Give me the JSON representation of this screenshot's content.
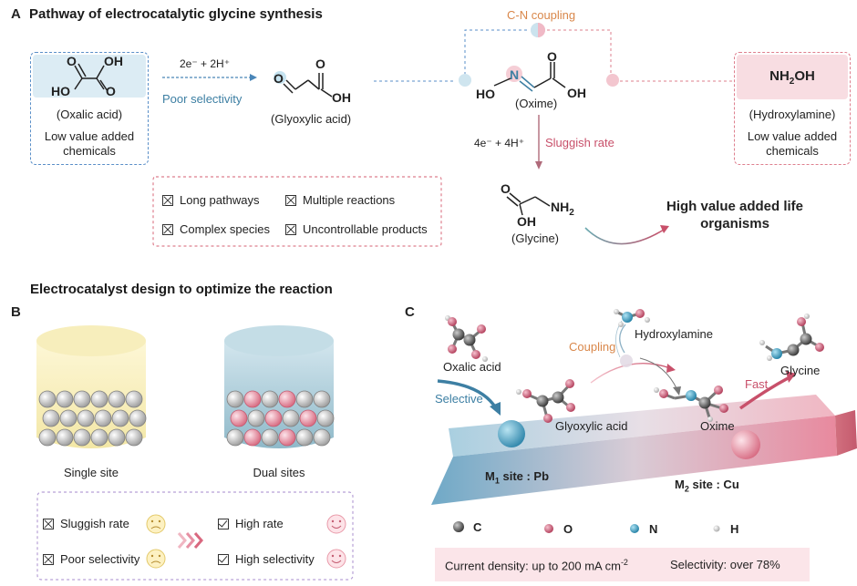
{
  "panel_a": {
    "letter": "A",
    "title": "Pathway of electrocatalytic glycine synthesis",
    "oxalic": {
      "atom_o": "O",
      "atom_oh": "OH",
      "atom_ho": "HO",
      "name": "(Oxalic acid)",
      "desc": "Low value added chemicals"
    },
    "arrow1": {
      "top": "2e⁻ + 2H⁺",
      "bottom": "Poor selectivity"
    },
    "glyoxylic": {
      "atom_o": "O",
      "atom_oh": "OH",
      "name": "(Glyoxylic acid)"
    },
    "coupling_label": "C-N coupling",
    "oxime": {
      "atom_n": "N",
      "atom_ho": "HO",
      "atom_o": "O",
      "atom_oh": "OH",
      "name": "(Oxime)"
    },
    "hydroxylamine": {
      "formula_pre": "NH",
      "formula_sub": "2",
      "formula_post": "OH",
      "name": "(Hydroxylamine)",
      "desc": "Low value added chemicals"
    },
    "arrow2": {
      "left": "4e⁻ + 4H⁺",
      "right": "Sluggish rate"
    },
    "glycine": {
      "atom_o": "O",
      "atom_oh": "OH",
      "atom_nh2_pre": "NH",
      "atom_nh2_sub": "2",
      "name": "(Glycine)"
    },
    "high_value": "High value added life organisms",
    "problems": [
      "Long pathways",
      "Multiple reactions",
      "Complex species",
      "Uncontrollable products"
    ]
  },
  "design_heading": "Electrocatalyst design to optimize the reaction",
  "panel_b": {
    "letter": "B",
    "single_label": "Single site",
    "dual_label": "Dual sites",
    "bad": [
      "Sluggish rate",
      "Poor selectivity"
    ],
    "good": [
      "High rate",
      "High selectivity"
    ]
  },
  "panel_c": {
    "letter": "C",
    "labels": {
      "oxalic": "Oxalic acid",
      "selective": "Selective",
      "glyoxylic": "Glyoxylic acid",
      "coupling": "Coupling",
      "hydroxylamine": "Hydroxylamine",
      "oxime": "Oxime",
      "fast": "Fast",
      "glycine": "Glycine"
    },
    "m1_pre": "M",
    "m1_sub": "1",
    "m1_post": " site : Pb",
    "m2_pre": "M",
    "m2_sub": "2",
    "m2_post": " site : Cu",
    "legend": [
      "C",
      "O",
      "N",
      "H"
    ],
    "current_pre": "Current density: up to 200 mA cm",
    "current_sup": "-2",
    "selectivity": "Selectivity: over 78%"
  },
  "colors": {
    "blue_accent": "#3d7fa3",
    "red_accent": "#c8506a",
    "orange_accent": "#d9874a",
    "carbon": "#555555",
    "oxygen": "#d7708a",
    "nitrogen": "#3c93b3",
    "hydrogen": "#dcdcdc"
  }
}
